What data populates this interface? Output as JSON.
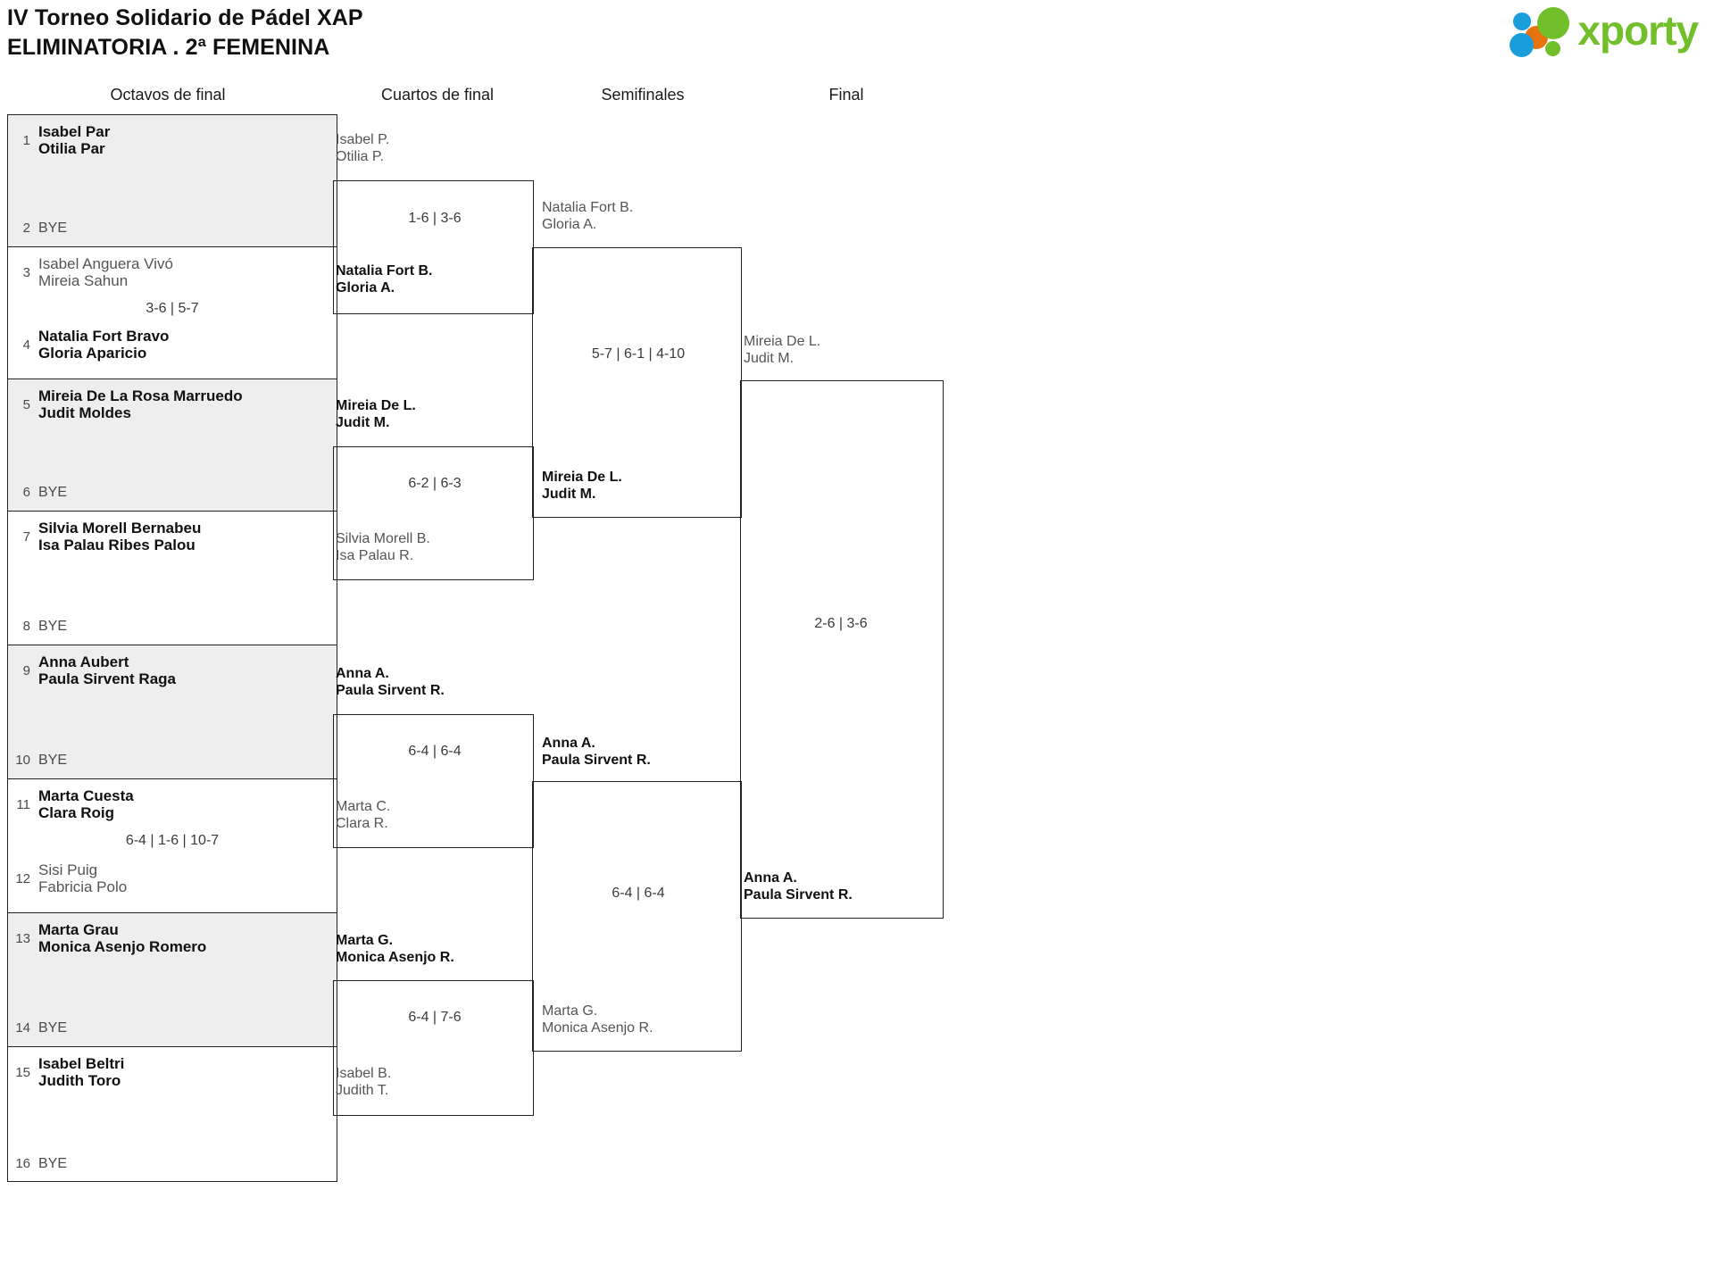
{
  "header": {
    "title_line1": "IV Torneo Solidario de Pádel XAP",
    "title_line2": "ELIMINATORIA . 2ª FEMENINA",
    "logo_word": "xporty",
    "logo_colors": {
      "blue": "#1a9ed9",
      "orange": "#e8730c",
      "green": "#72bf2c"
    }
  },
  "rounds": [
    {
      "label": "Octavos de final"
    },
    {
      "label": "Cuartos de final"
    },
    {
      "label": "Semifinales"
    },
    {
      "label": "Final"
    }
  ],
  "round1": {
    "matches": [
      {
        "score": "",
        "top": {
          "seed": "1",
          "p1": "Isabel Par",
          "p2": "Otilia Par",
          "result": "winner"
        },
        "bottom": {
          "seed": "2",
          "p1": "BYE",
          "p2": "",
          "result": "bye"
        }
      },
      {
        "score": "3-6 | 5-7",
        "top": {
          "seed": "3",
          "p1": "Isabel Anguera Vivó",
          "p2": "Mireia Sahun",
          "result": "loser"
        },
        "bottom": {
          "seed": "4",
          "p1": "Natalia Fort Bravo",
          "p2": "Gloria Aparicio",
          "result": "winner"
        }
      },
      {
        "score": "",
        "top": {
          "seed": "5",
          "p1": "Mireia De La Rosa Marruedo",
          "p2": "Judit Moldes",
          "result": "winner"
        },
        "bottom": {
          "seed": "6",
          "p1": "BYE",
          "p2": "",
          "result": "bye"
        }
      },
      {
        "score": "",
        "top": {
          "seed": "7",
          "p1": "Silvia Morell Bernabeu",
          "p2": "Isa Palau Ribes Palou",
          "result": "winner"
        },
        "bottom": {
          "seed": "8",
          "p1": "BYE",
          "p2": "",
          "result": "bye"
        }
      },
      {
        "score": "",
        "top": {
          "seed": "9",
          "p1": "Anna Aubert",
          "p2": "Paula Sirvent Raga",
          "result": "winner"
        },
        "bottom": {
          "seed": "10",
          "p1": "BYE",
          "p2": "",
          "result": "bye"
        }
      },
      {
        "score": "6-4 | 1-6 | 10-7",
        "top": {
          "seed": "11",
          "p1": "Marta Cuesta",
          "p2": "Clara Roig",
          "result": "winner"
        },
        "bottom": {
          "seed": "12",
          "p1": "Sisi Puig",
          "p2": "Fabricia Polo",
          "result": "loser"
        }
      },
      {
        "score": "",
        "top": {
          "seed": "13",
          "p1": "Marta Grau",
          "p2": "Monica Asenjo Romero",
          "result": "winner"
        },
        "bottom": {
          "seed": "14",
          "p1": "BYE",
          "p2": "",
          "result": "bye"
        }
      },
      {
        "score": "",
        "top": {
          "seed": "15",
          "p1": "Isabel Beltri",
          "p2": "Judith Toro",
          "result": "winner"
        },
        "bottom": {
          "seed": "16",
          "p1": "BYE",
          "p2": "",
          "result": "bye"
        }
      }
    ]
  },
  "round2": {
    "matches": [
      {
        "score": "1-6 | 3-6",
        "top": {
          "p1": "Isabel P.",
          "p2": "Otilia P.",
          "result": "loser"
        },
        "bottom": {
          "p1": "Natalia Fort B.",
          "p2": "Gloria A.",
          "result": "winner"
        }
      },
      {
        "score": "6-2 | 6-3",
        "top": {
          "p1": "Mireia De L.",
          "p2": "Judit M.",
          "result": "winner"
        },
        "bottom": {
          "p1": "Silvia Morell B.",
          "p2": "Isa Palau R.",
          "result": "loser"
        }
      },
      {
        "score": "6-4 | 6-4",
        "top": {
          "p1": "Anna A.",
          "p2": "Paula Sirvent R.",
          "result": "winner"
        },
        "bottom": {
          "p1": "Marta C.",
          "p2": "Clara R.",
          "result": "loser"
        }
      },
      {
        "score": "6-4 | 7-6",
        "top": {
          "p1": "Marta G.",
          "p2": "Monica Asenjo R.",
          "result": "winner"
        },
        "bottom": {
          "p1": "Isabel B.",
          "p2": "Judith T.",
          "result": "loser"
        }
      }
    ]
  },
  "round3": {
    "matches": [
      {
        "score": "5-7 | 6-1 | 4-10",
        "top": {
          "p1": "Natalia Fort B.",
          "p2": "Gloria A.",
          "result": "loser"
        },
        "bottom": {
          "p1": "Mireia De L.",
          "p2": "Judit M.",
          "result": "winner"
        }
      },
      {
        "score": "6-4 | 6-4",
        "top": {
          "p1": "Anna A.",
          "p2": "Paula Sirvent R.",
          "result": "winner"
        },
        "bottom": {
          "p1": "Marta G.",
          "p2": "Monica Asenjo R.",
          "result": "loser"
        }
      }
    ]
  },
  "round4": {
    "matches": [
      {
        "score": "2-6 | 3-6",
        "top": {
          "p1": "Mireia De L.",
          "p2": "Judit M.",
          "result": "loser"
        },
        "bottom": {
          "p1": "Anna A.",
          "p2": "Paula Sirvent R.",
          "result": "winner"
        }
      }
    ]
  }
}
